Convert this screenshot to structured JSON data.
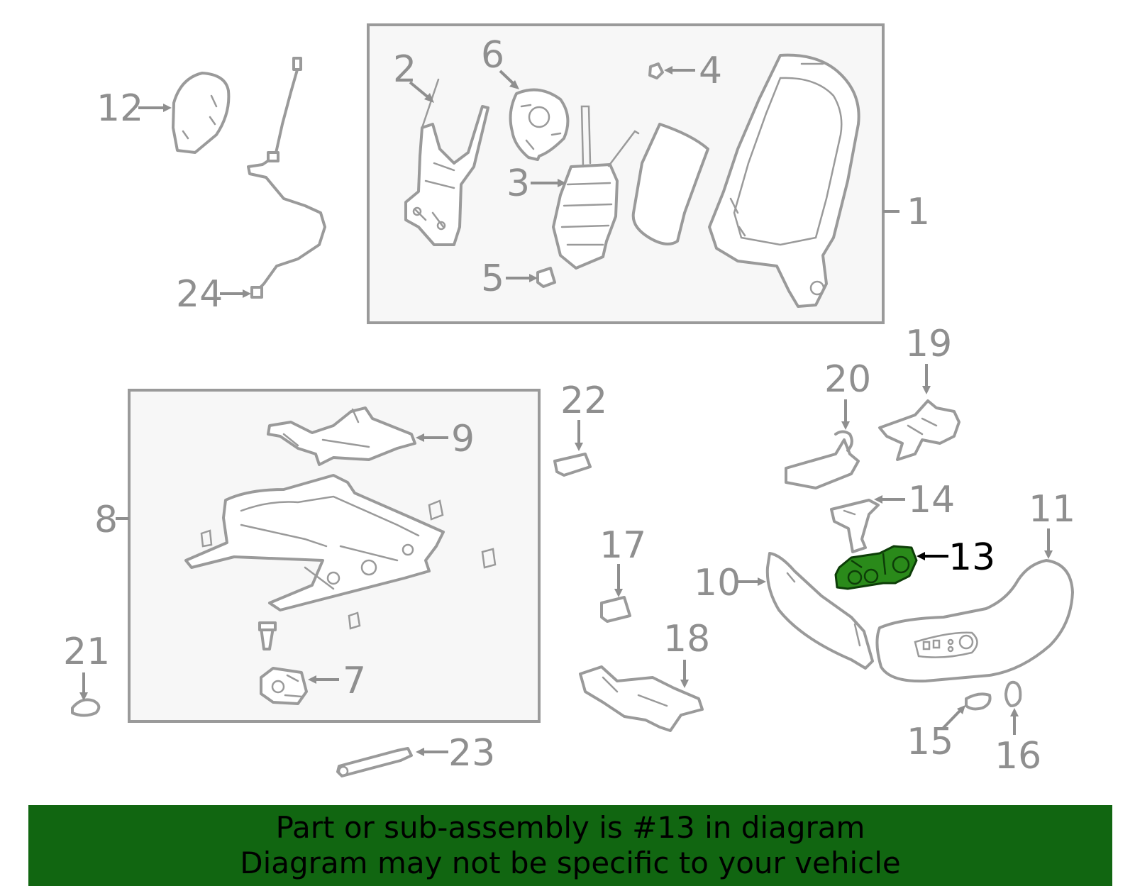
{
  "callouts": {
    "c1": "1",
    "c2": "2",
    "c3": "3",
    "c4": "4",
    "c5": "5",
    "c6": "6",
    "c7": "7",
    "c8": "8",
    "c9": "9",
    "c10": "10",
    "c11": "11",
    "c12": "12",
    "c13": "13",
    "c14": "14",
    "c15": "15",
    "c16": "16",
    "c17": "17",
    "c18": "18",
    "c19": "19",
    "c20": "20",
    "c21": "21",
    "c22": "22",
    "c23": "23",
    "c24": "24"
  },
  "highlighted_part": "13",
  "colors": {
    "highlight_fill": "#2a8a1a",
    "banner_background": "#116611",
    "line_gray": "#9a9a9a",
    "label_gray": "#8f8f8f"
  },
  "banner": {
    "line1": "Part or sub-assembly is #13 in diagram",
    "line2": "Diagram may not be specific to your vehicle"
  }
}
